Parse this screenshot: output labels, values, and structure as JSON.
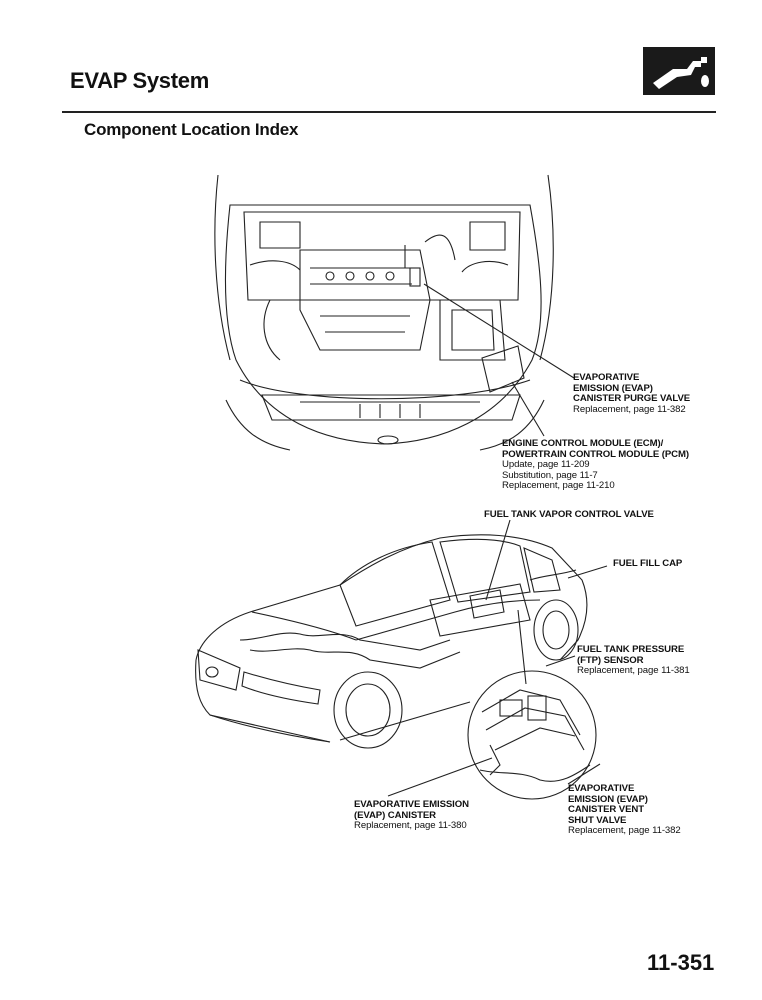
{
  "header": {
    "title": "EVAP System",
    "icon": "fuel-nozzle-icon"
  },
  "section": {
    "title": "Component Location Index"
  },
  "callouts": {
    "purge_valve": {
      "lines": [
        "EVAPORATIVE",
        "EMISSION (EVAP)",
        "CANISTER PURGE VALVE"
      ],
      "ref": "Replacement, page 11-382"
    },
    "ecm_pcm": {
      "lines": [
        "ENGINE CONTROL MODULE (ECM)/",
        "POWERTRAIN CONTROL MODULE (PCM)"
      ],
      "refs": [
        "Update, page 11-209",
        "Substitution, page 11-7",
        "Replacement, page 11-210"
      ]
    },
    "vapor_control_valve": {
      "lines": [
        "FUEL TANK VAPOR CONTROL VALVE"
      ]
    },
    "fuel_fill_cap": {
      "lines": [
        "FUEL FILL CAP"
      ]
    },
    "ftp_sensor": {
      "lines": [
        "FUEL TANK PRESSURE",
        "(FTP) SENSOR"
      ],
      "ref": "Replacement, page 11-381"
    },
    "evap_canister": {
      "lines": [
        "EVAPORATIVE EMISSION",
        "(EVAP) CANISTER"
      ],
      "ref": "Replacement, page 11-380"
    },
    "vent_shut_valve": {
      "lines": [
        "EVAPORATIVE",
        "EMISSION (EVAP)",
        "CANISTER VENT",
        "SHUT VALVE"
      ],
      "ref": "Replacement, page 11-382"
    }
  },
  "footer": {
    "page_number": "11-351"
  }
}
